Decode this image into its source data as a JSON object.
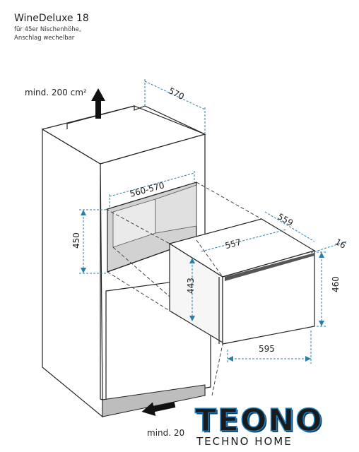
{
  "header": {
    "title": "WineDeluxe 18",
    "subtitle_lines": [
      "für 45er Nischenhöhe,",
      "Anschlag wechelbar"
    ]
  },
  "airflow": {
    "top_label": "mind. 200 cm²",
    "bottom_label": "mind. 20"
  },
  "dimensions": {
    "cabinet_depth": "570",
    "niche_width": "560-570",
    "niche_height": "450",
    "appliance_width": "557",
    "appliance_depth": "559",
    "door_thickness": "16",
    "appliance_height": "443",
    "door_height": "460",
    "door_width": "595"
  },
  "logo": {
    "main": "TEONO",
    "sub": "TECHNO HOME"
  },
  "colors": {
    "line": "#222222",
    "dim_line": "#2a7fa8",
    "niche_shade": "#cfcfcf",
    "logo_blue": "#1d7fbf"
  }
}
